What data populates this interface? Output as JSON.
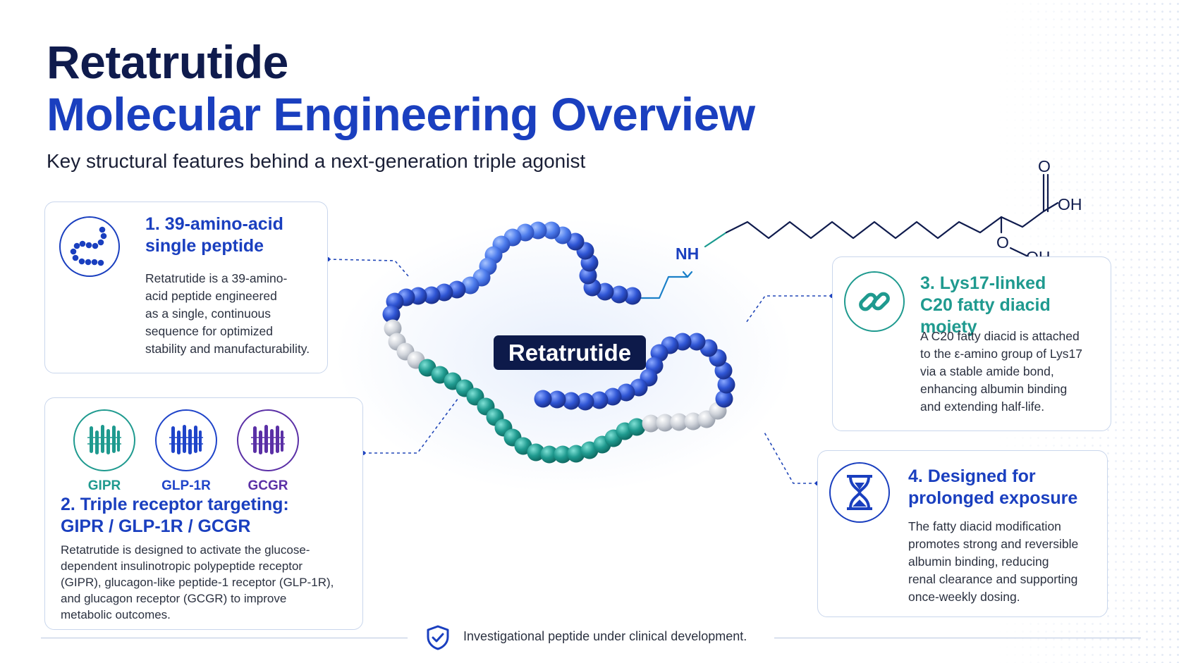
{
  "header": {
    "title_line1": "Retatrutide",
    "title_line2": "Molecular Engineering Overview",
    "subtitle": "Key structural features behind a next-generation triple agonist"
  },
  "center": {
    "badge": "Retatrutide"
  },
  "molecule": {
    "nh": "NH",
    "o_top": "O",
    "oh_top": "OH",
    "o_bottom": "O",
    "oh_bottom": "OH"
  },
  "cards": {
    "single_peptide": {
      "title_line1": "1. 39-amino-acid",
      "title_line2": "single peptide",
      "body": [
        "Retatrutide is a 39-amino-",
        "acid peptide engineered",
        "as a single, continuous",
        "sequence for optimized",
        "stability and manufacturability."
      ],
      "icon": "peptide-chain-icon"
    },
    "receptors": {
      "items": [
        {
          "label": "GIPR",
          "color": "#1f9a8f",
          "icon": "gipr-receptor-icon"
        },
        {
          "label": "GLP-1R",
          "color": "#1f44c9",
          "icon": "glp1r-receptor-icon"
        },
        {
          "label": "GCGR",
          "color": "#5b30a6",
          "icon": "gcgr-receptor-icon"
        }
      ],
      "title_line1": "2. Triple receptor targeting:",
      "title_line2": "GIPR / GLP-1R / GCGR",
      "body": [
        "Retatrutide is designed to activate the glucose-",
        "dependent insulinotropic polypeptide receptor",
        "(GIPR), glucagon-like peptide-1 receptor (GLP-1R),",
        "and glucagon receptor (GCGR) to improve",
        "metabolic outcomes."
      ]
    },
    "fatty_diacid": {
      "title_line1": "3. Lys17-linked",
      "title_line2": "C20 fatty diacid moiety",
      "body": [
        "A C20 fatty diacid is attached",
        "to the ε-amino group of Lys17",
        "via a stable amide bond,",
        "enhancing albumin binding",
        "and extending half-life."
      ],
      "icon": "chain-link-icon"
    },
    "prolonged_exposure": {
      "title_line1": "4. Designed for",
      "title_line2": "prolonged exposure",
      "body": [
        "The fatty diacid modification",
        "promotes strong and reversible",
        "albumin binding, reducing",
        "renal clearance and supporting",
        "once-weekly dosing."
      ],
      "icon": "hourglass-icon"
    }
  },
  "footer": {
    "text": "Investigational peptide under clinical development.",
    "icon": "shield-check-icon"
  },
  "colors": {
    "navy": "#0f1b4d",
    "blue": "#1a3fbf",
    "teal": "#1f9a8f",
    "purple": "#5b30a6",
    "grey_bead": "#c8ccd4"
  }
}
